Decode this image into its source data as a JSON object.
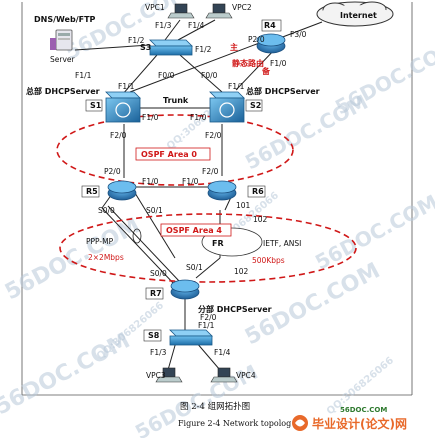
{
  "devices": {
    "S1": "S1",
    "S2": "S2",
    "S3": "S3",
    "R4": "R4",
    "R5": "R5",
    "R6": "R6",
    "R7": "R7",
    "S8": "S8"
  },
  "hosts": {
    "vpc1": "VPC1",
    "vpc2": "VPC2",
    "vpc3": "VPC3",
    "vpc4": "VPC4",
    "server": "Server",
    "server_role": "DNS/Web/FTP",
    "internet": "Internet"
  },
  "ports": {
    "s3_f13": "F1/3",
    "s3_f14": "F1/4",
    "s3_f12_left": "F1/2",
    "s3_f12_right": "F1/2",
    "s3_f11": "F1/1",
    "s3_f00": "F0/0",
    "r4_f20": "P2/0",
    "r4_f30": "F3/0",
    "r4_f00": "F0/0",
    "r4_f10": "F1/0",
    "s1_f11": "F1/1",
    "s1_f10": "F1/0",
    "s1_f20": "F2/0",
    "s2_f11": "F1/1",
    "s2_f10": "F1/0",
    "s2_f20": "F2/0",
    "r5_p20": "P2/0",
    "r5_f10": "F1/0",
    "r5_s00": "S0/0",
    "r5_s01": "S0/1",
    "r6_f20": "F2/0",
    "r6_f10": "F1/0",
    "r6_101": "101",
    "r6_102": "102",
    "r7_s00": "S0/0",
    "r7_s01": "S0/1",
    "r7_102": "102",
    "r7_f20": "F2/0",
    "s8_f11": "F1/1",
    "s8_f13": "F1/3",
    "s8_f14": "F1/4"
  },
  "labels": {
    "hq_dhcp_s1": "总部 DHCPServer",
    "hq_dhcp_s2": "总部 DHCPServer",
    "branch_dhcp": "分部 DHCPServer",
    "trunk": "Trunk",
    "ospf0": "OSPF Area 0",
    "ospf4": "OSPF Area 4",
    "ppp_mp": "PPP-MP",
    "ppp_bw": "2×2Mbps",
    "fr": "FR",
    "fr_std": "IETF, ANSI",
    "fr_bw": "500Kbps",
    "primary": "主",
    "static_route": "静态路由",
    "standby": "备"
  },
  "caption": {
    "cn": "图 2-4 组网拓扑图",
    "en": "Figure 2-4 Network topolog"
  },
  "watermarks": {
    "w1": "56DOC.COM",
    "w2": "56DOC.COM",
    "w3": "56DOC.COM",
    "w4": "56DOC.COM",
    "w5": "56DOC.COM",
    "w6": "56DOC.COM",
    "w7": "56DOC.COM",
    "w8": "56DOC.COM",
    "qq1": "QQ:306826066",
    "qq2": "QQ:306826066",
    "qq3": "QQ:306826066",
    "qq4": "QQ:306826066"
  },
  "brand": {
    "domain": "56DOC.COM",
    "name": "毕业设计(论文)网"
  },
  "colors": {
    "router": "#1f6fae",
    "switch": "#2a87c4",
    "ospf_ring": "#d01818",
    "primary_label": "#d01818",
    "brand_orange": "#e8692a"
  }
}
